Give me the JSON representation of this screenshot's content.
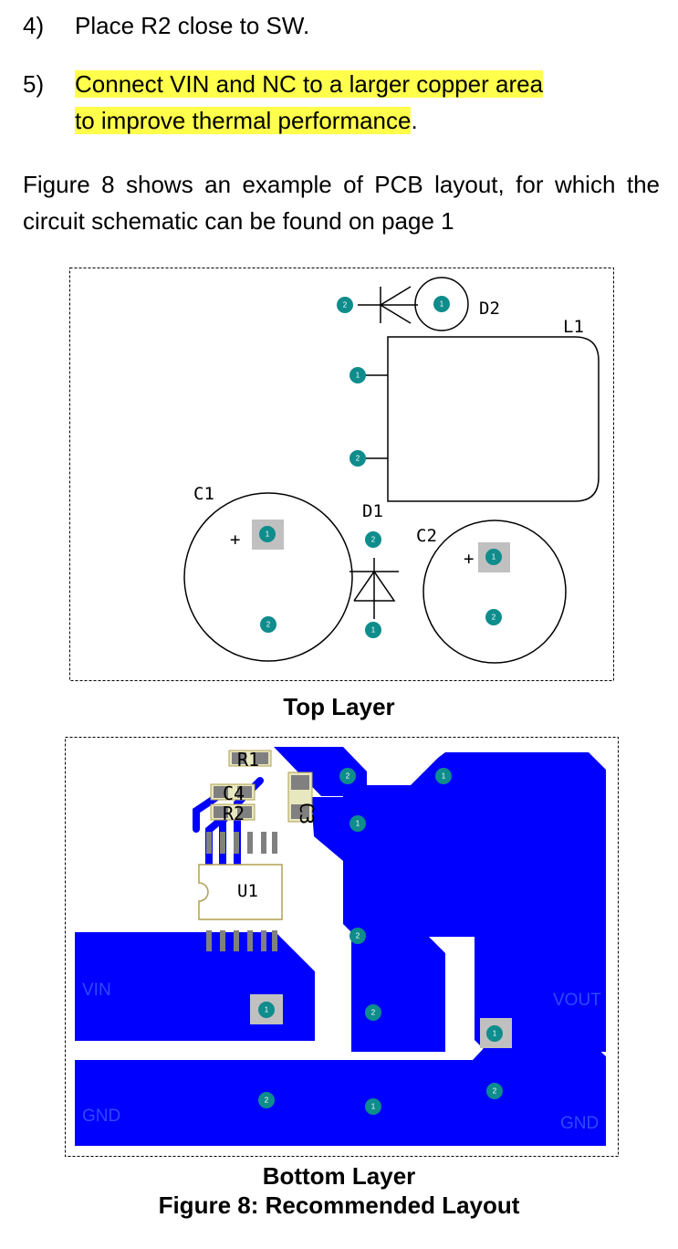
{
  "steps": [
    {
      "num": "4)",
      "text": "Place R2 close to SW."
    },
    {
      "num": "5)",
      "line1": "Connect VIN and NC to a larger copper area",
      "line2": "to improve thermal performance",
      "line2_tail": "."
    }
  ],
  "paragraph": "Figure 8 shows an example of PCB layout, for which the circuit schematic can be found on page 1",
  "top_layer": {
    "caption": "Top Layer",
    "designators": {
      "d2": "D2",
      "l1": "L1",
      "c1": "C1",
      "d1": "D1",
      "c2": "C2"
    },
    "plus": "+",
    "pads": {
      "d2_pin2": "2",
      "d2_pin1": "1",
      "l1_pin1": "1",
      "l1_pin2": "2",
      "c1_pin1": "1",
      "c1_pin2": "2",
      "d1_pin2": "2",
      "d1_pin1": "1",
      "c2_pin1": "1",
      "c2_pin2": "2"
    }
  },
  "bottom_layer": {
    "caption": "Bottom Layer",
    "designators": {
      "r1": "R1",
      "c4": "C4",
      "r2": "R2",
      "c3": "C3",
      "u1": "U1"
    },
    "nets": {
      "vin": "VIN",
      "vout": "VOUT",
      "gnd_left": "GND",
      "gnd_right": "GND"
    },
    "pads": {
      "top_mid_2": "2",
      "top_right_1": "1",
      "mid_1": "1",
      "center_2": "2",
      "vin_1": "1",
      "lower_2": "2",
      "vout_1": "1",
      "gnd_2": "2",
      "gnd_1": "1",
      "gnd_right_2": "2"
    }
  },
  "figure_caption": "Figure 8: Recommended Layout",
  "colors": {
    "copper": "#0000ff",
    "pad": "#0f8c8c",
    "smd_pad": "#c0c0c0",
    "highlight": "#ffff4c",
    "net_label": "#2f49ff"
  }
}
